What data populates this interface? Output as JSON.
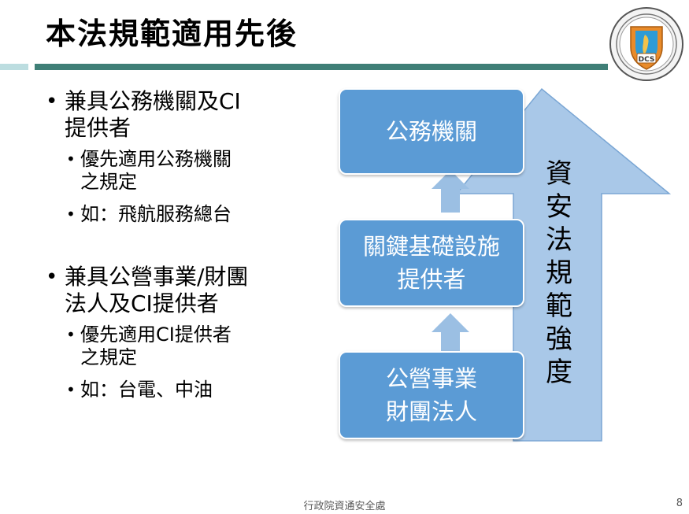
{
  "title": "本法規範適用先後",
  "bullets": [
    {
      "text_l1": "兼具公務機關及CI",
      "text_l2": "提供者",
      "subs": [
        {
          "line1": "優先適用公務機關",
          "line2": "之規定"
        },
        {
          "line1": "如：飛航服務總台"
        }
      ]
    },
    {
      "text_l1": "兼具公營事業/財團",
      "text_l2": "法人及CI提供者",
      "subs": [
        {
          "line1": "優先適用CI提供者",
          "line2": "之規定"
        },
        {
          "line1": "如：台電、中油"
        }
      ]
    }
  ],
  "diagram": {
    "boxes": [
      {
        "line1": "公務機關"
      },
      {
        "line1": "關鍵基礎設施",
        "line2": "提供者"
      },
      {
        "line1": "公營事業",
        "line2": "財團法人"
      }
    ],
    "arrow_label": [
      "資",
      "安",
      "法",
      "規",
      "範",
      "強",
      "度"
    ],
    "colors": {
      "box": "#5b9bd5",
      "big_arrow": "#a9c8e8",
      "small_arrow": "#9bbfe3"
    }
  },
  "logo": {
    "icon": "dcs-seal-icon",
    "badge_text": "DCS"
  },
  "footer": {
    "org": "行政院資通安全處",
    "page_number": "8"
  }
}
